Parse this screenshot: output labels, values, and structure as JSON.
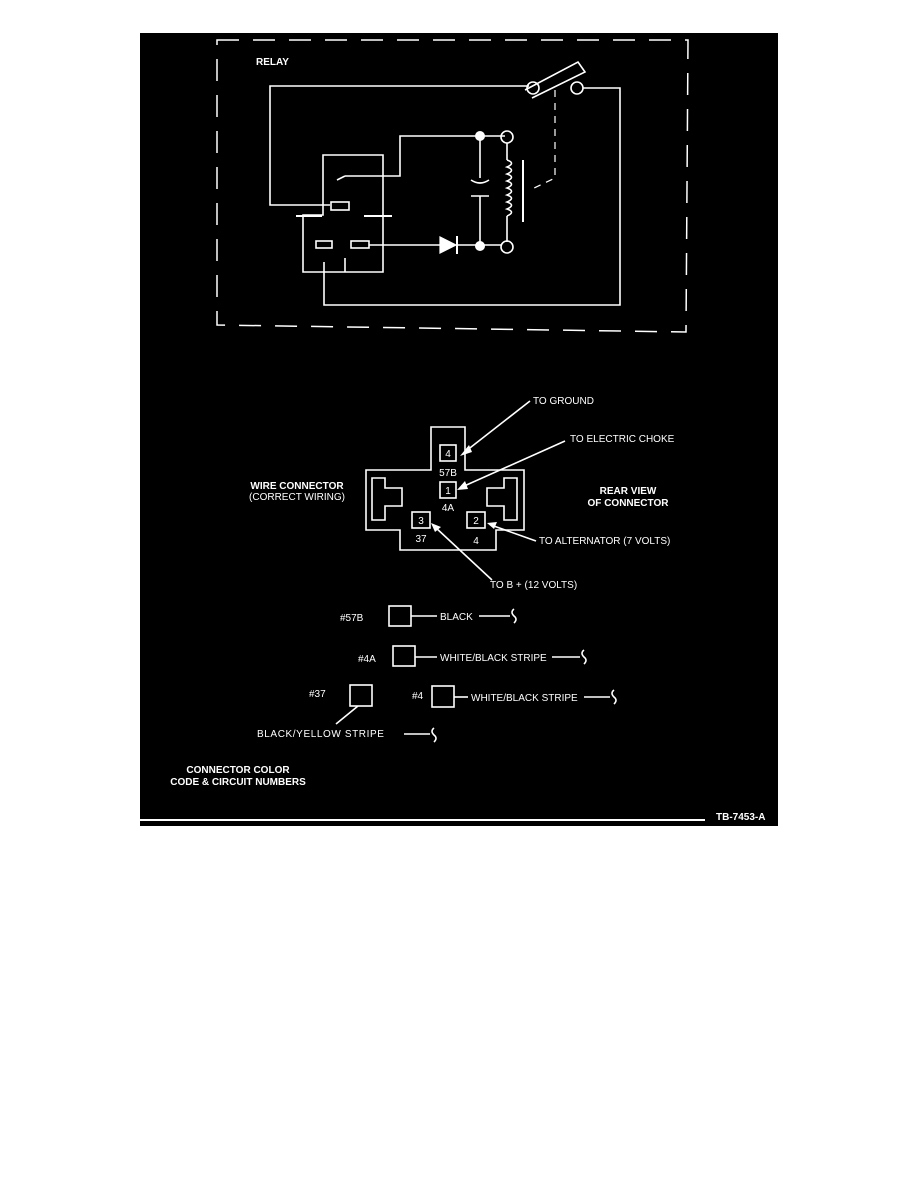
{
  "colors": {
    "background": "#000000",
    "ink": "#ffffff",
    "page": "#ffffff"
  },
  "relay": {
    "title": "RELAY"
  },
  "connector_labels": {
    "to_ground": "TO GROUND",
    "to_electric_choke": "TO ELECTRIC CHOKE",
    "wire_connector": "WIRE CONNECTOR",
    "correct_wiring": "(CORRECT WIRING)",
    "rear_view": "REAR VIEW",
    "of_connector": "OF CONNECTOR",
    "to_alternator": "TO ALTERNATOR (7 VOLTS)",
    "to_b_plus": "TO B + (12 VOLTS)"
  },
  "pins": [
    {
      "number": "4",
      "circuit": "57B"
    },
    {
      "number": "1",
      "circuit": "4A"
    },
    {
      "number": "3",
      "circuit": "37"
    },
    {
      "number": "2",
      "circuit": "4"
    }
  ],
  "color_code": [
    {
      "circuit": "#57B",
      "color": "BLACK"
    },
    {
      "circuit": "#4A",
      "color": "WHITE/BLACK STRIPE"
    },
    {
      "circuit": "#4",
      "color": "WHITE/BLACK STRIPE"
    },
    {
      "circuit": "#37",
      "color": "BLACK/YELLOW STRIPE"
    }
  ],
  "caption": {
    "line1": "CONNECTOR COLOR",
    "line2": "CODE & CIRCUIT NUMBERS"
  },
  "figure_id": "TB-7453-A"
}
